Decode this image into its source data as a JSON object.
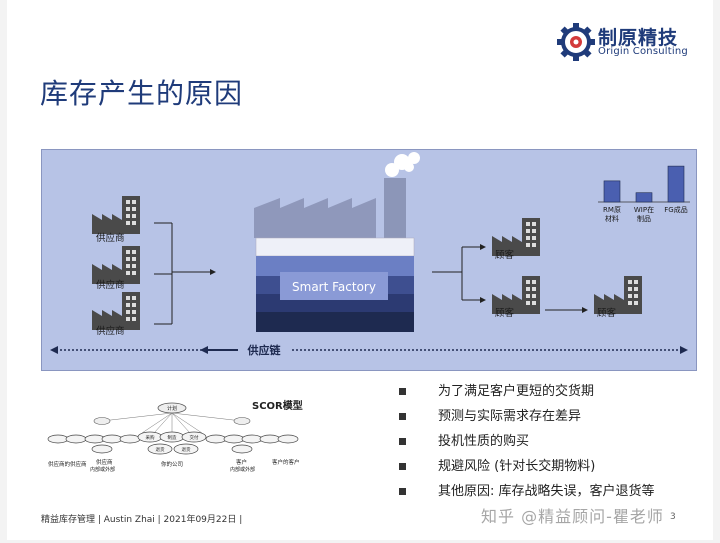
{
  "slide": {
    "title": "库存产生的原因",
    "logo_cn": "制原精技",
    "logo_en": "Origin Consulting"
  },
  "diagram": {
    "supplier_label": "供应商",
    "customer_label": "顾客",
    "factory_label": "Smart Factory",
    "supply_chain_label": "供应链",
    "inventory_chart": {
      "categories": [
        "RM原材料",
        "WIP在制品",
        "FG成品"
      ],
      "labels": [
        [
          "RM原",
          "材料"
        ],
        [
          "WIP在",
          "制品"
        ],
        [
          "FG成品"
        ]
      ],
      "values": [
        50,
        22,
        85
      ],
      "color": "#4a5fb0"
    },
    "colors": {
      "background": "#b7c3e6",
      "building": "#4a4a4a",
      "factory_dark": "#1e2a50",
      "factory_mid": "#3e4f90",
      "factory_light": "#6b7fc4",
      "label": "#1a1a1a"
    }
  },
  "scor": {
    "title": "SCOR模型",
    "plan": "计划",
    "source": "采购",
    "make": "制造",
    "deliver": "交付",
    "return": "退货",
    "your_company": "你的公司",
    "supplier_of_supplier": "供应商的供应商",
    "supplier": "供应商",
    "supplier_sub": "内部或外部",
    "customer": "客户",
    "customer_sub": "内部或外部",
    "customer_of_customer": "客户的客户"
  },
  "bullets": [
    "为了满足客户更短的交货期",
    "预测与实际需求存在差异",
    "投机性质的购买",
    "规避风险 (针对长交期物料)",
    "其他原因: 库存战略失误，客户退货等"
  ],
  "footer": "精益库存管理  |  Austin Zhai  |  2021年09月22日  |",
  "watermark": "知乎 @精益顾问-瞿老师",
  "page_number": "3"
}
